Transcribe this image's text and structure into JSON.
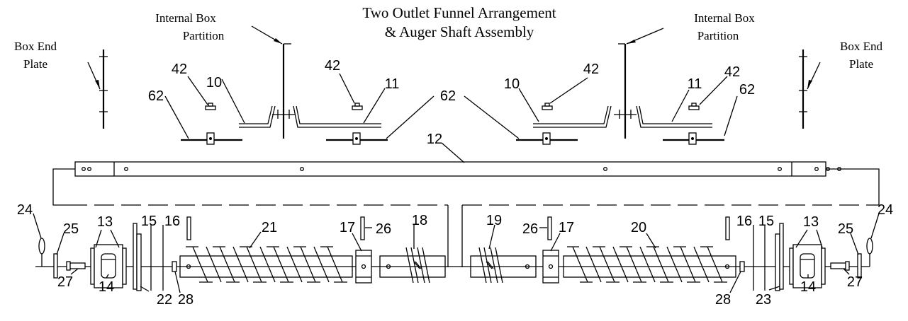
{
  "title": {
    "line1": "Two Outlet Funnel Arrangement",
    "line2": "& Auger Shaft Assembly"
  },
  "labels": {
    "box_end_plate_l1": "Box End",
    "box_end_plate_l2": "Plate",
    "internal_partition_l1": "Internal Box",
    "internal_partition_l2": "Partition"
  },
  "parts": {
    "p10": "10",
    "p11": "11",
    "p12": "12",
    "p13": "13",
    "p14": "14",
    "p15": "15",
    "p16": "16",
    "p17": "17",
    "p18": "18",
    "p19": "19",
    "p20": "20",
    "p21": "21",
    "p22": "22",
    "p23": "23",
    "p24": "24",
    "p25": "25",
    "p26": "26",
    "p27": "27",
    "p28": "28",
    "p42": "42",
    "p62": "62"
  }
}
